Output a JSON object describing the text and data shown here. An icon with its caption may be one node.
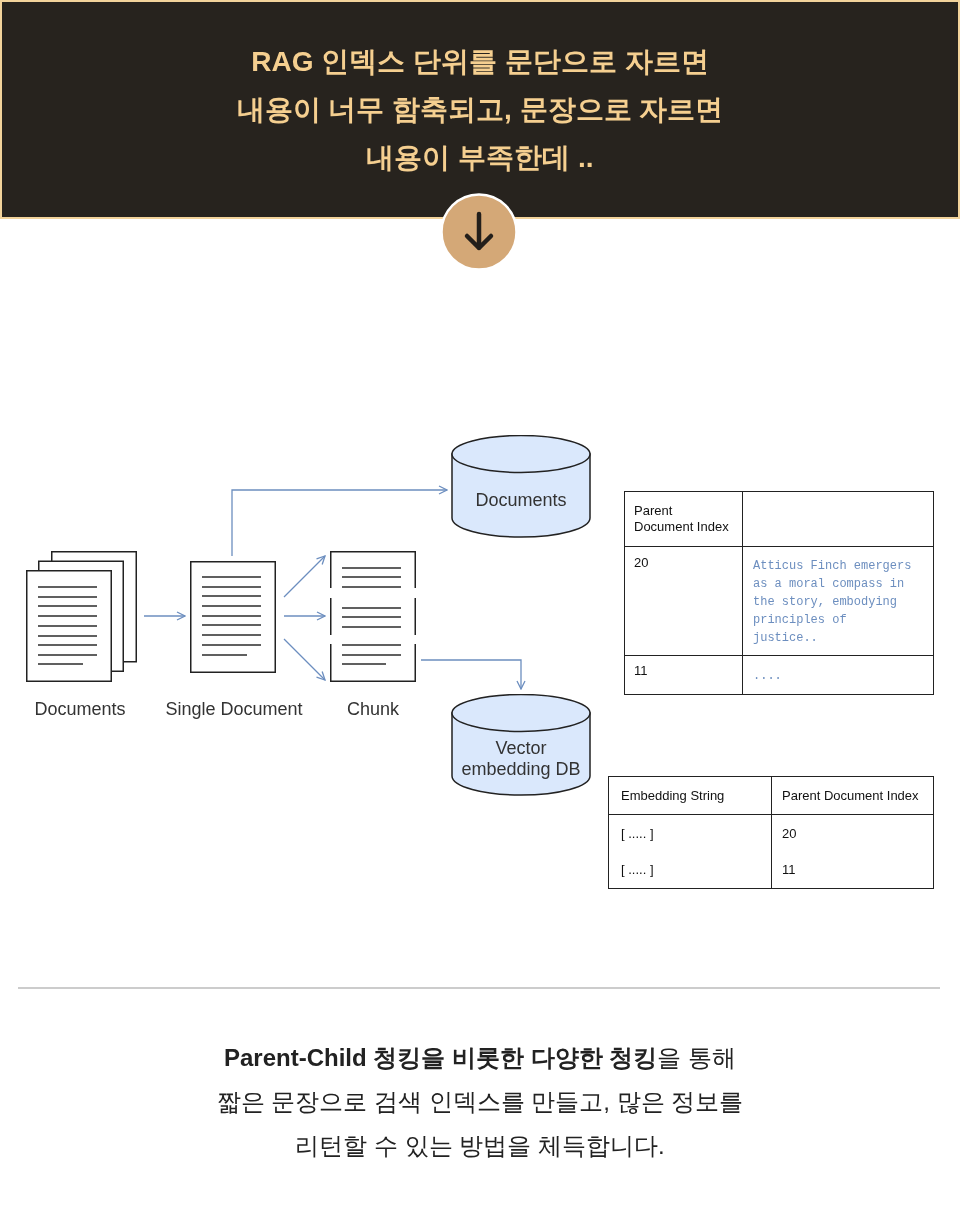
{
  "diagram": {
    "title": "RAG 인덱스 단위를 문단으로 자르면 내용이 너무 함축되고, 문장으로 자르면 내용이 부족한데 ..",
    "caption": "**Parent-Child 청킹을 비롯한 다양한 청킹**을 통해 짧은 문장으로 검색 인덱스를 만들고, 많은 정보를 리턴할 수 있는 방법을 체득합니다.",
    "nodes": [
      {
        "text": [],
        "shape": "document",
        "beside": [
          "Documents"
        ]
      },
      {
        "text": [],
        "shape": "document",
        "beside": [
          "Single Document"
        ]
      },
      {
        "text": [],
        "shape": "document",
        "beside": [
          "Chunk"
        ]
      },
      {
        "text": [
          "Documents"
        ]
      },
      {
        "text": [
          "Vector embedding DB"
        ]
      }
    ],
    "edges": [
      {
        "from": 0,
        "to": 1,
        "arrow": "to"
      },
      {
        "from": 1,
        "to": 3,
        "arrow": "to"
      },
      {
        "from": 1,
        "to": 2,
        "arrow": "to"
      },
      {
        "from": 1,
        "to": 2,
        "arrow": "to"
      },
      {
        "from": 1,
        "to": 2,
        "arrow": "to"
      },
      {
        "from": 2,
        "to": 4,
        "arrow": "to"
      }
    ],
    "labels": [
      "Parent Document Index",
      "20",
      "Atticus Finch emergers as a moral compass in the story, embodying principles of justice..",
      "11",
      "....",
      "Embedding String",
      "Parent Document Index",
      "[ ..... ]",
      "20",
      "[ ..... ]",
      "11"
    ]
  }
}
